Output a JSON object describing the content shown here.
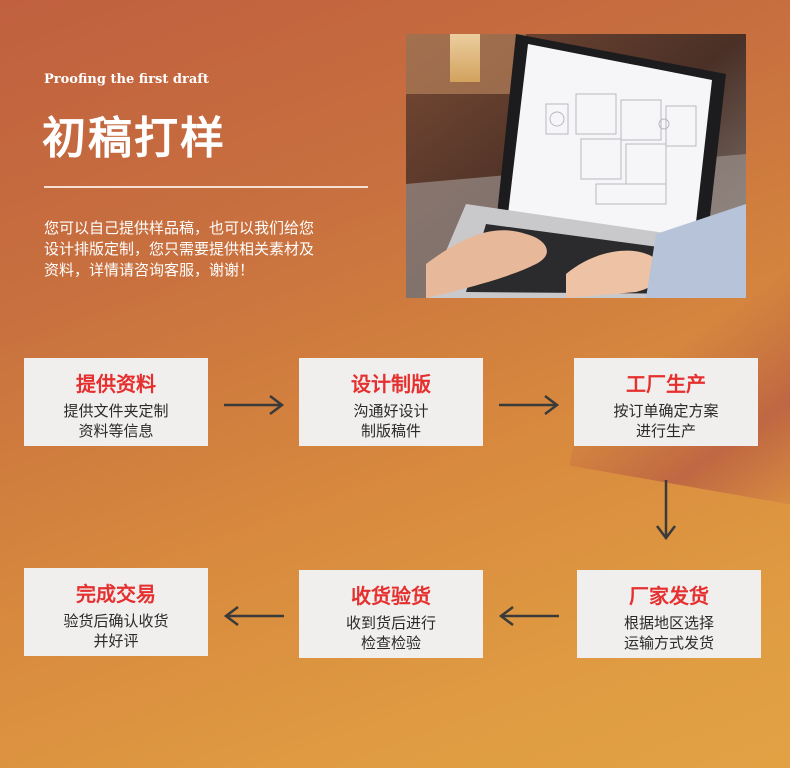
{
  "header": {
    "subtitle_en": "Proofing the first draft",
    "title_cn": "初稿打样",
    "description_lines": [
      "您可以自己提供样品稿，也可以我们给您",
      "设计排版定制，您只需要提供相关素材及",
      "资料，详情请咨询客服，谢谢！"
    ]
  },
  "steps": [
    {
      "title": "提供资料",
      "lines": [
        "提供文件夹定制",
        "资料等信息"
      ]
    },
    {
      "title": "设计制版",
      "lines": [
        "沟通好设计",
        "制版稿件"
      ]
    },
    {
      "title": "工厂生产",
      "lines": [
        "按订单确定方案",
        "进行生产"
      ]
    },
    {
      "title": "厂家发货",
      "lines": [
        "根据地区选择",
        "运输方式发货"
      ]
    },
    {
      "title": "收货验货",
      "lines": [
        "收到货后进行",
        "检查检验"
      ]
    },
    {
      "title": "完成交易",
      "lines": [
        "验货后确认收货",
        "并好评"
      ]
    }
  ],
  "colors": {
    "step_title": "#e53030",
    "step_bg": "#f1efed",
    "arrow": "#3a3a3a"
  },
  "icons": [
    "arrow-right-icon",
    "arrow-down-icon",
    "arrow-left-icon"
  ]
}
